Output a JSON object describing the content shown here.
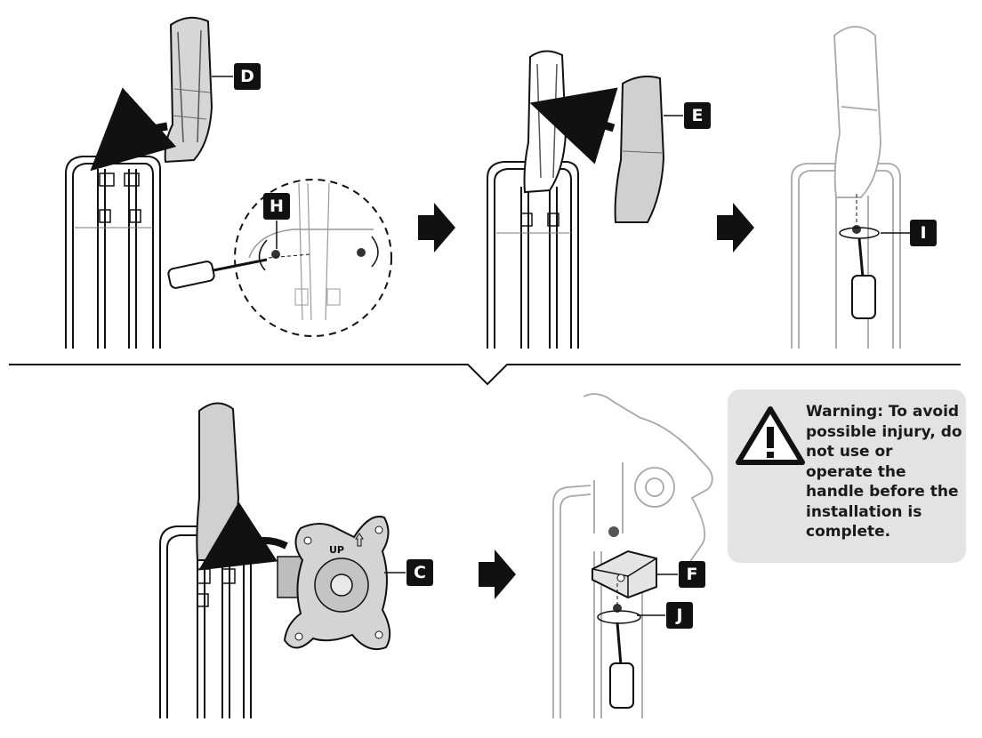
{
  "callouts": {
    "d": "D",
    "e": "E",
    "h": "H",
    "i": "I",
    "c": "C",
    "f": "F",
    "j": "J"
  },
  "plate_label": "UP",
  "warning": {
    "text": "Warning: To avoid possible injury, do not use or operate the handle before the installation is complete.",
    "box_color": "#e3e3e3"
  },
  "colors": {
    "ink": "#111111",
    "light_ink": "#9a9a9a",
    "part_fill": "#d0d0d0"
  },
  "icons": [
    "arrow-right-icon",
    "screwdriver-icon",
    "screw-icon",
    "warning-triangle-icon",
    "curved-arrow-icon"
  ]
}
